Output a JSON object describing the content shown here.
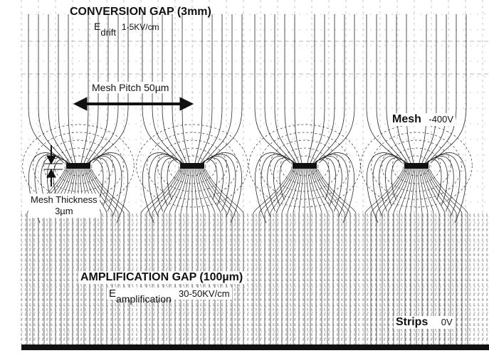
{
  "conversion": {
    "title": "CONVERSION GAP (3mm)",
    "field_symbol": "E",
    "field_subscript": "drift",
    "field_value": "1-5KV/cm"
  },
  "mesh_pitch": {
    "label": "Mesh Pitch 50µm"
  },
  "mesh": {
    "label": "Mesh",
    "voltage": "-400V"
  },
  "mesh_thickness": {
    "line1": "Mesh Thickness",
    "line2": "3µm"
  },
  "amplification": {
    "title": "AMPLIFICATION GAP (100µm)",
    "field_symbol": "E",
    "field_subscript": "amplification",
    "field_value": "30-50KV/cm"
  },
  "strips": {
    "label": "Strips",
    "voltage": "0V"
  },
  "colors": {
    "ink": "#111111",
    "field_lines": "#2a2a2a",
    "background": "#ffffff"
  }
}
